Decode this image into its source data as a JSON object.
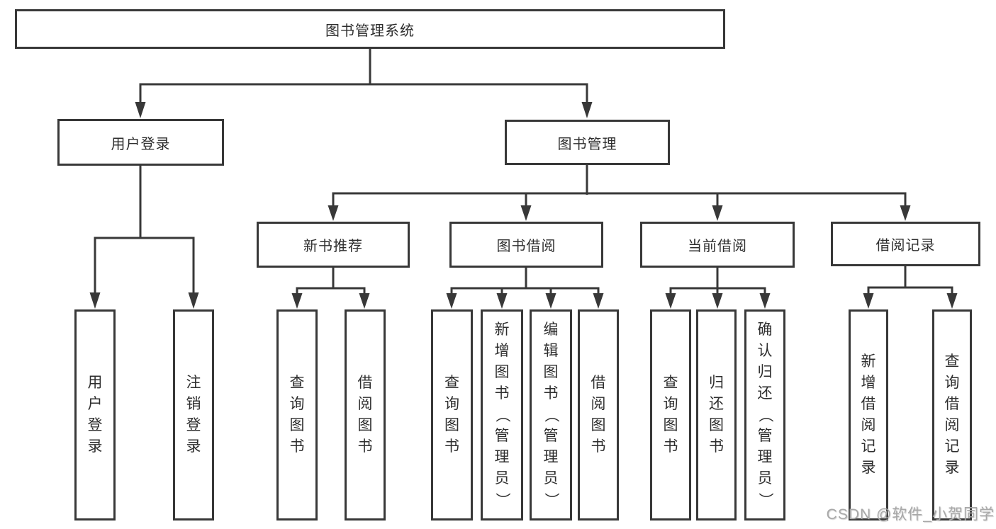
{
  "diagram": {
    "type": "hierarchy-tree",
    "colors": {
      "line": "#383838",
      "box_border": "#383838",
      "box_fill": "#ffffff",
      "text": "#2e2e2e",
      "watermark": "#a8a8a8"
    },
    "tree": {
      "root": {
        "label": "图书管理系统",
        "children": [
          {
            "label": "用户登录",
            "children": [
              {
                "label": "用户登录"
              },
              {
                "label": "注销登录"
              }
            ]
          },
          {
            "label": "图书管理",
            "children": [
              {
                "label": "新书推荐",
                "children": [
                  {
                    "label": "查询图书"
                  },
                  {
                    "label": "借阅图书"
                  }
                ]
              },
              {
                "label": "图书借阅",
                "children": [
                  {
                    "label": "查询图书"
                  },
                  {
                    "label": "新增图书（管理员）"
                  },
                  {
                    "label": "编辑图书（管理员）"
                  },
                  {
                    "label": "借阅图书"
                  }
                ]
              },
              {
                "label": "当前借阅",
                "children": [
                  {
                    "label": "查询图书"
                  },
                  {
                    "label": "归还图书"
                  },
                  {
                    "label": "确认归还（管理员）"
                  }
                ]
              },
              {
                "label": "借阅记录",
                "children": [
                  {
                    "label": "新增借阅记录"
                  },
                  {
                    "label": "查询借阅记录"
                  }
                ]
              }
            ]
          }
        ]
      }
    }
  },
  "watermark": {
    "text": "CSDN @软件_小贺同学"
  }
}
